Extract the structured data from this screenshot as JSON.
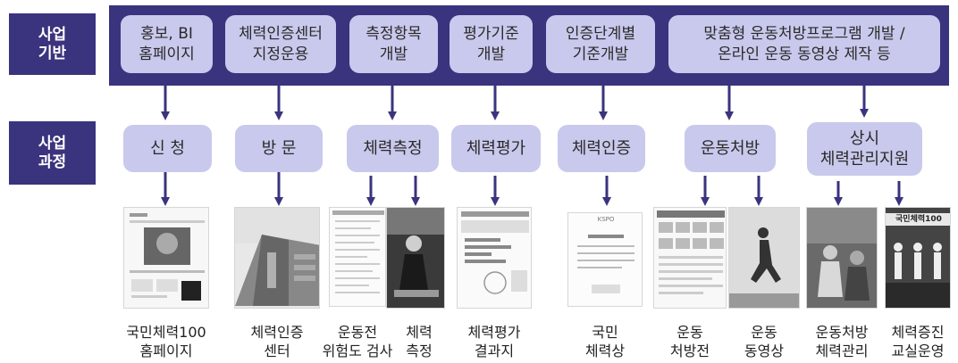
{
  "colors": {
    "navy": "#3a337d",
    "lavender": "#c9c9ed"
  },
  "rows": {
    "foundation_label": "사업\n기반",
    "process_label": "사업\n과정"
  },
  "foundation": [
    "홍보, BI\n홈페이지",
    "체력인증센터\n지정운용",
    "측정항목\n개발",
    "평가기준\n개발",
    "인증단계별\n기준개발",
    "맞춤형 운동처방프로그램 개발 /\n온라인 운동 동영상 제작 등"
  ],
  "process": [
    "신 청",
    "방 문",
    "체력측정",
    "체력평가",
    "체력인증",
    "운동처방",
    "상시\n체력관리지원"
  ],
  "outputs": [
    "국민체력100\n홈페이지",
    "체력인증\n센터",
    "운동전\n위험도 검사",
    "체력\n측정",
    "체력평가\n결과지",
    "국민\n체력상",
    "운동\n처방전",
    "운동\n동영상",
    "운동처방\n체력관리",
    "체력증진\n교실운영"
  ],
  "thumbnails": {
    "certificate_brand": "KSPO",
    "poster_banner": "국민체력100"
  }
}
